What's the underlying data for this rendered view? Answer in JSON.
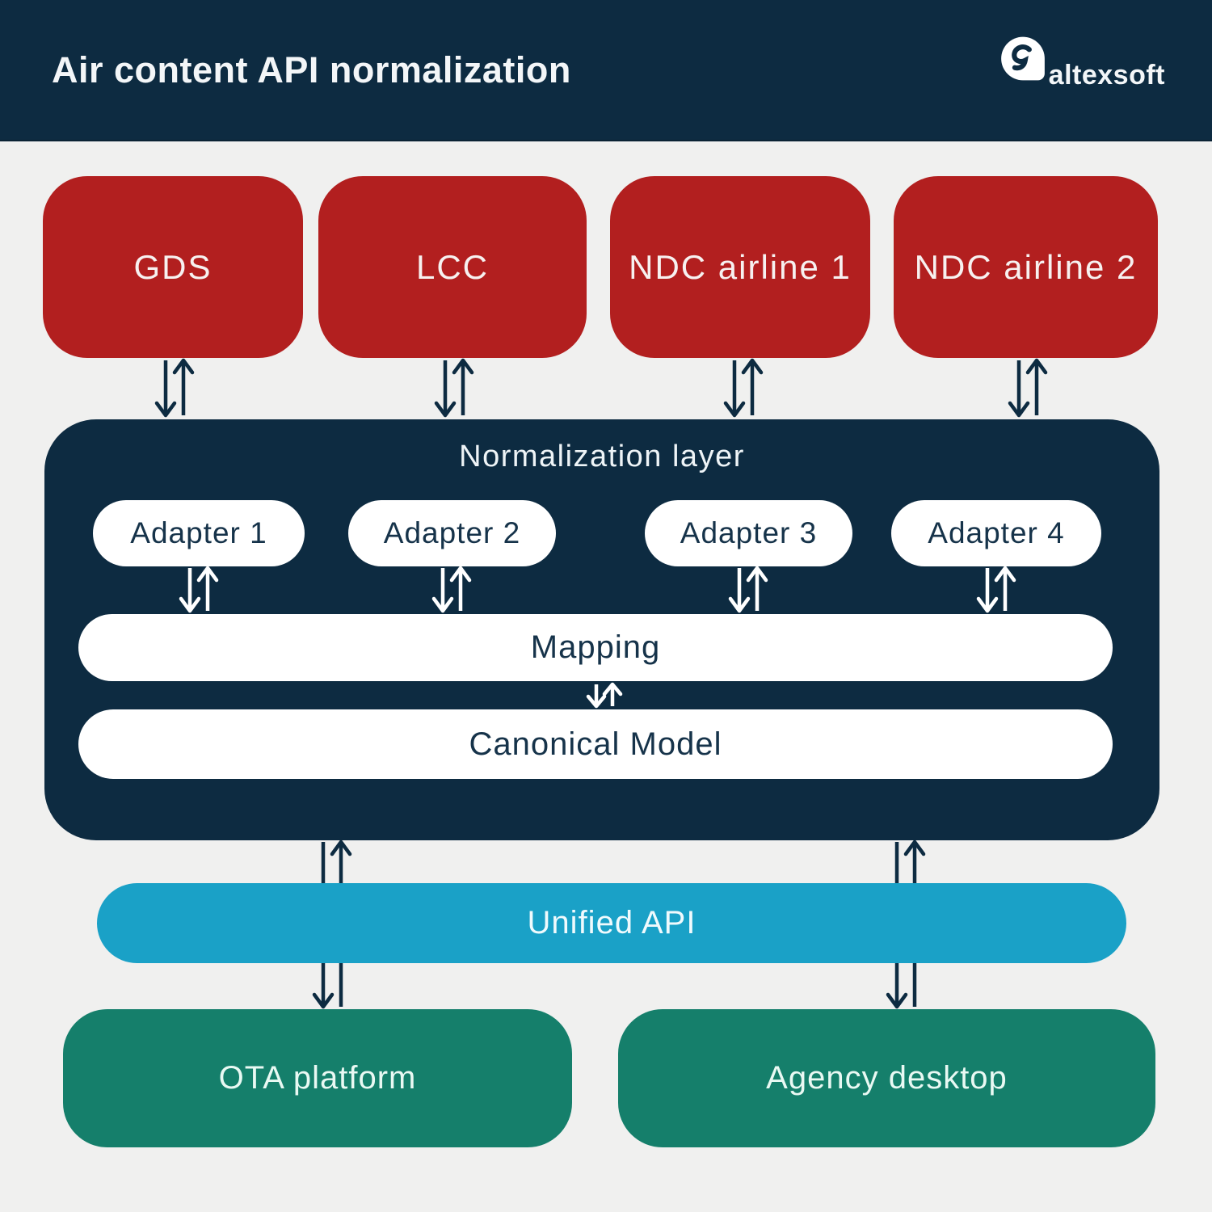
{
  "header": {
    "title": "Air content API normalization",
    "brand": "altexsoft"
  },
  "sources": [
    {
      "label": "GDS"
    },
    {
      "label": "LCC"
    },
    {
      "label": "NDC airline 1"
    },
    {
      "label": "NDC airline 2"
    }
  ],
  "normalization_layer": {
    "label": "Normalization layer",
    "adapters": [
      {
        "label": "Adapter 1"
      },
      {
        "label": "Adapter 2"
      },
      {
        "label": "Adapter 3"
      },
      {
        "label": "Adapter 4"
      }
    ],
    "mapping_label": "Mapping",
    "canonical_label": "Canonical Model"
  },
  "unified_api": {
    "label": "Unified API"
  },
  "consumers": [
    {
      "label": "OTA platform"
    },
    {
      "label": "Agency desktop"
    }
  ],
  "colors": {
    "navy": "#0d2b41",
    "red": "#b21f1f",
    "cyan": "#1aa1c7",
    "green": "#157f6b",
    "bg": "#f0f0ef",
    "white": "#ffffff",
    "ink": "#16334a"
  }
}
